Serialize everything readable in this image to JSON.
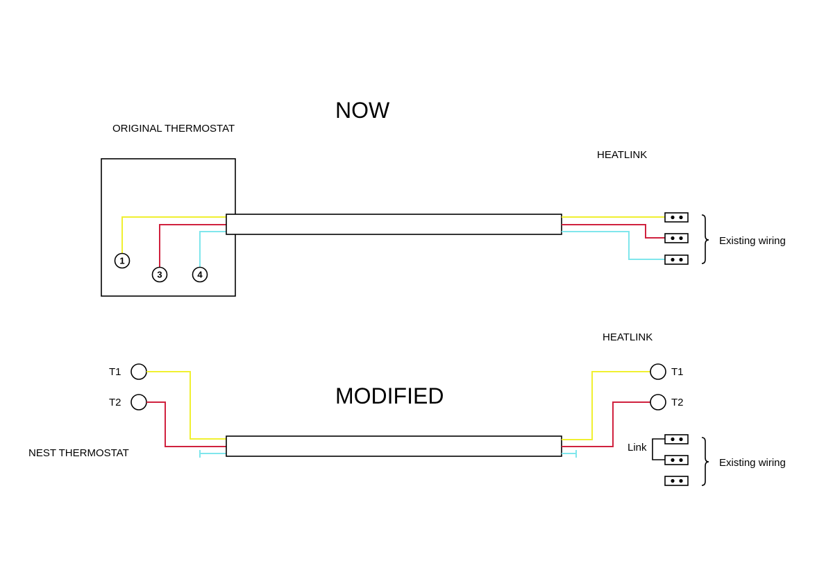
{
  "colors": {
    "yellow_wire": "#f0f030",
    "red_wire": "#d0213e",
    "cyan_wire": "#7fe6ec",
    "line": "#000000",
    "background": "#ffffff"
  },
  "now_section": {
    "title": "NOW",
    "original_thermostat": {
      "label": "ORIGINAL THERMOSTAT",
      "terminals": [
        {
          "label": "1",
          "wire": "yellow"
        },
        {
          "label": "3",
          "wire": "red"
        },
        {
          "label": "4",
          "wire": "cyan"
        }
      ]
    },
    "heatlink": {
      "label": "HEATLINK",
      "terminal_blocks": [
        {
          "wire": "yellow"
        },
        {
          "wire": "red"
        },
        {
          "wire": "cyan"
        }
      ],
      "brace_label": "Existing wiring"
    }
  },
  "modified_section": {
    "title": "MODIFIED",
    "nest_thermostat": {
      "label": "NEST THERMOSTAT",
      "terminals": [
        {
          "label": "T1",
          "wire": "yellow"
        },
        {
          "label": "T2",
          "wire": "red"
        }
      ],
      "unused_wire": "cyan"
    },
    "heatlink": {
      "label": "HEATLINK",
      "terminals": [
        {
          "label": "T1",
          "wire": "yellow"
        },
        {
          "label": "T2",
          "wire": "red"
        }
      ],
      "link_label": "Link",
      "terminal_blocks": 3,
      "brace_label": "Existing wiring"
    }
  }
}
